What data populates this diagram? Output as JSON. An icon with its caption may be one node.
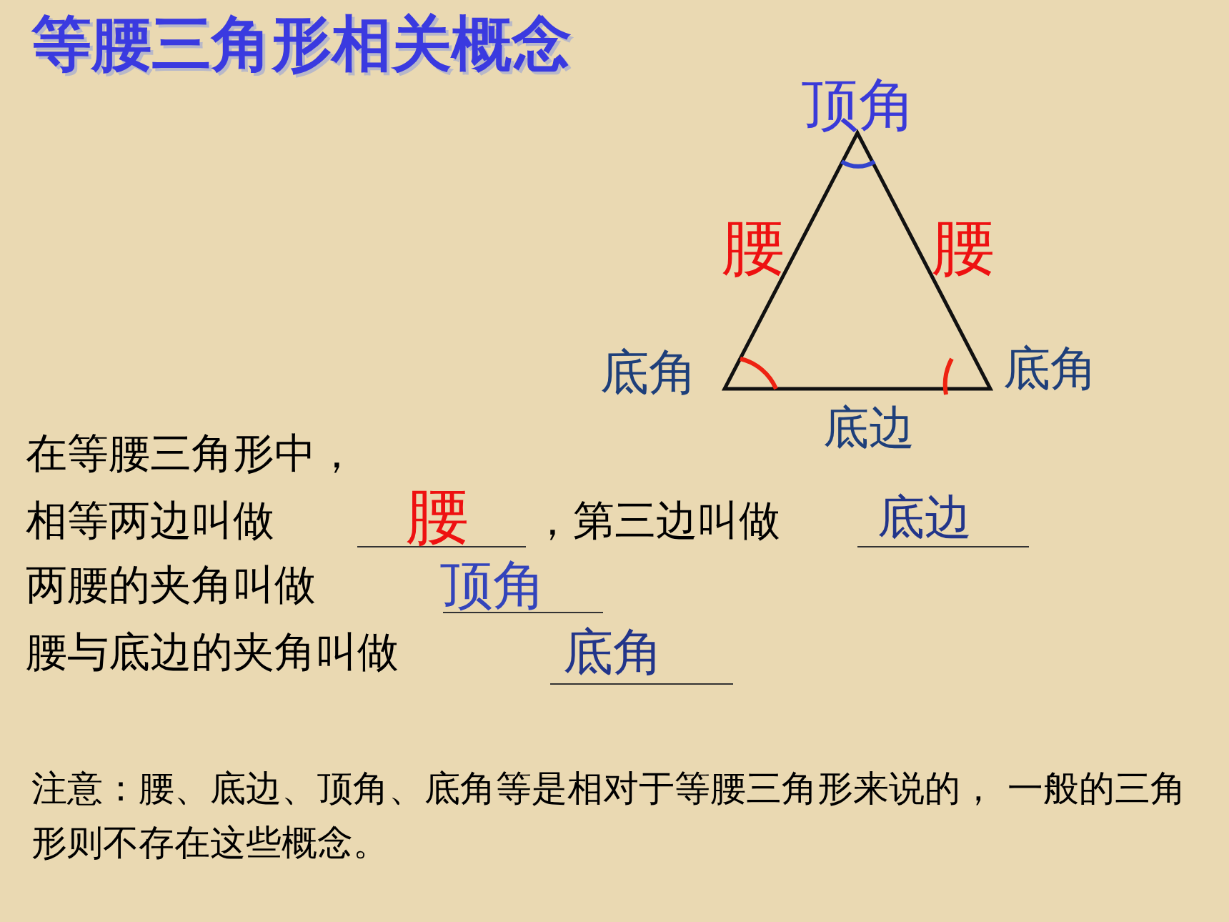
{
  "diagram": {
    "title": "等腰三角形相关概念",
    "labels": [
      "顶角",
      "腰",
      "腰",
      "底角",
      "底角",
      "底边",
      "在等腰三角形中，",
      "相等两边叫做",
      "腰",
      "，第三边叫做",
      "底边",
      "两腰的夹角叫做",
      "顶角",
      "腰与底边的夹角叫做",
      "底角",
      "注意：腰、底边、顶角、底角等是相对于等腰三角形来说的， 一般的三角形则不存在这些概念。"
    ]
  }
}
